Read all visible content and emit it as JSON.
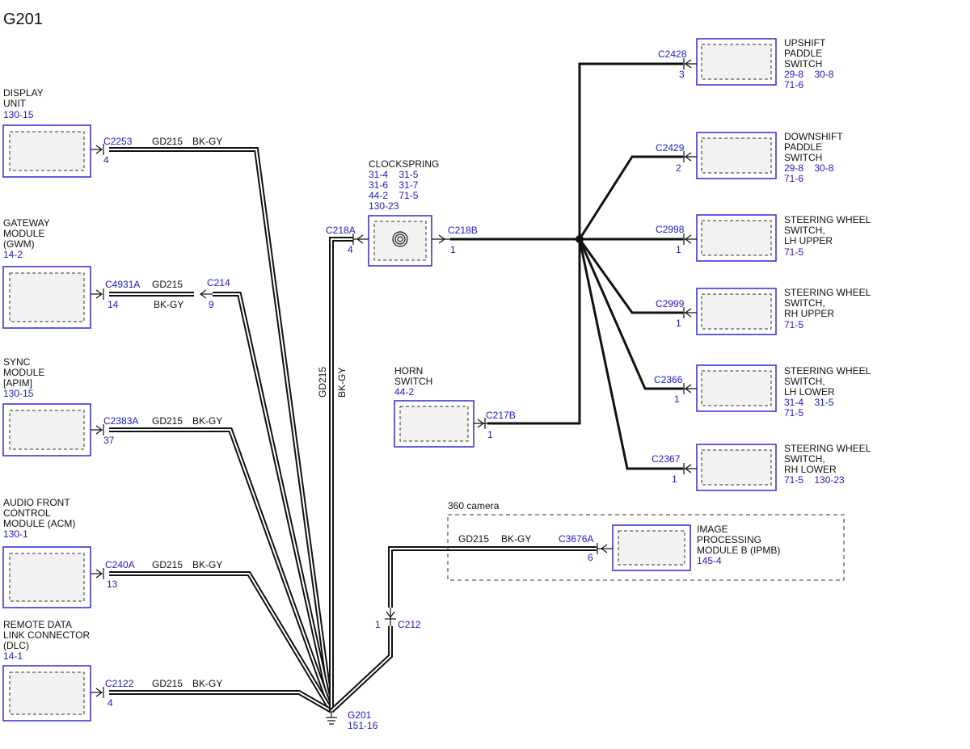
{
  "title": "G201",
  "wire": {
    "circuit": "GD215",
    "color": "BK-GY"
  },
  "left_modules": [
    {
      "lines": [
        "DISPLAY",
        "UNIT"
      ],
      "ref": "130-15",
      "connector": "C2253",
      "pin": "4"
    },
    {
      "lines": [
        "GATEWAY",
        "MODULE",
        "(GWM)"
      ],
      "ref": "14-2",
      "connector": "C4931A",
      "pin": "14",
      "inline_connector": "C214",
      "inline_pin": "9"
    },
    {
      "lines": [
        "SYNC",
        "MODULE",
        "[APIM]"
      ],
      "ref": "130-15",
      "connector": "C2383A",
      "pin": "37"
    },
    {
      "lines": [
        "AUDIO FRONT",
        "CONTROL",
        "MODULE (ACM)"
      ],
      "ref": "130-1",
      "connector": "C240A",
      "pin": "13"
    },
    {
      "lines": [
        "REMOTE DATA",
        "LINK CONNECTOR",
        "(DLC)"
      ],
      "ref": "14-1",
      "connector": "C2122",
      "pin": "4"
    }
  ],
  "clockspring": {
    "label": "CLOCKSPRING",
    "refs": [
      "31-4    31-5",
      "31-6    31-7",
      "44-2    71-5",
      "130-23"
    ],
    "left_connector": "C218A",
    "left_pin": "4",
    "right_connector": "C218B",
    "right_pin": "1"
  },
  "horn": {
    "lines": [
      "HORN",
      "SWITCH"
    ],
    "ref": "44-2",
    "connector": "C217B",
    "pin": "1"
  },
  "right_modules": [
    {
      "lines": [
        "UPSHIFT",
        "PADDLE",
        "SWITCH"
      ],
      "refs": [
        "29-8    30-8",
        "71-6"
      ],
      "connector": "C2428",
      "pin": "3"
    },
    {
      "lines": [
        "DOWNSHIFT",
        "PADDLE",
        "SWITCH"
      ],
      "refs": [
        "29-8    30-8",
        "71-6"
      ],
      "connector": "C2429",
      "pin": "2"
    },
    {
      "lines": [
        "STEERING WHEEL",
        "SWITCH,",
        "LH UPPER"
      ],
      "refs": [
        "71-5"
      ],
      "connector": "C2998",
      "pin": "1"
    },
    {
      "lines": [
        "STEERING WHEEL",
        "SWITCH,",
        "RH UPPER"
      ],
      "refs": [
        "71-5"
      ],
      "connector": "C2999",
      "pin": "1"
    },
    {
      "lines": [
        "STEERING WHEEL",
        "SWITCH,",
        "LH LOWER"
      ],
      "refs": [
        "31-4    31-5",
        "71-5"
      ],
      "connector": "C2366",
      "pin": "1"
    },
    {
      "lines": [
        "STEERING WHEEL",
        "SWITCH,",
        "RH LOWER"
      ],
      "refs": [
        "71-5    130-23"
      ],
      "connector": "C2367",
      "pin": "1"
    }
  ],
  "camera_group": {
    "label": "360 camera",
    "module_lines": [
      "IMAGE",
      "PROCESSING",
      "MODULE B (IPMB)"
    ],
    "ref": "145-4",
    "connector": "C3676A",
    "pin": "6",
    "inline_connector": "C212",
    "inline_pin": "1"
  },
  "ground": {
    "label": "G201",
    "ref": "151-16"
  }
}
